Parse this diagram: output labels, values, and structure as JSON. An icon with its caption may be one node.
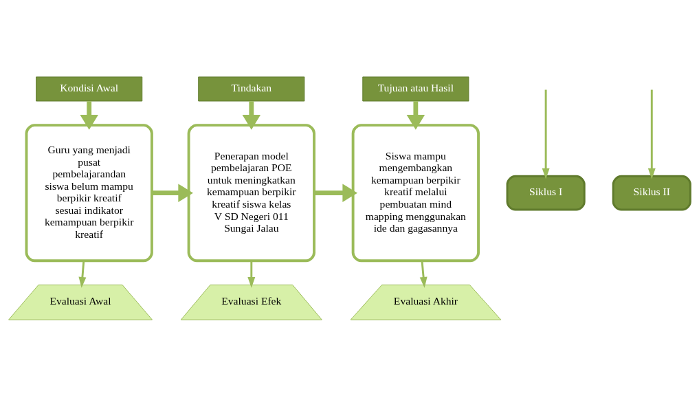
{
  "diagram": {
    "nodes": [
      {
        "text": [
          "Kondisi Awal"
        ]
      },
      {
        "text": [
          "Guru yang menjadi pusat pembelajarandan siswa belum mampu berpikir kreatif sesuai indikator kemampuan berpikir kreatif"
        ]
      },
      {
        "text": [
          "Tindakan"
        ]
      },
      {
        "text": [
          "Penerapan model pembelajaran POE untuk meningkatkan kemampuan berpikir kreatif siswa kelas V SD Negeri 011 Sungai Jalau"
        ]
      },
      {
        "text": [
          "Tujuan atau Hasil"
        ]
      },
      {
        "text": [
          "Siswa mampu mengembangkan kemampuan berpikir kreatif melalui pembuatan mind mapping menggunakan ide dan gagasannya"
        ]
      },
      {
        "text": [
          "Evaluasi Awal"
        ]
      },
      {
        "text": [
          "Siklus I"
        ]
      },
      {
        "text": [
          "Evaluasi Efek"
        ]
      },
      {
        "text": [
          "Siklus II"
        ]
      },
      {
        "text": [
          "Evaluasi Akhir"
        ]
      }
    ],
    "edges": [
      {
        "from": 0,
        "to": 1,
        "arrow": "to",
        "style": "thick"
      },
      {
        "from": 2,
        "to": 3,
        "arrow": "to",
        "style": "thick"
      },
      {
        "from": 4,
        "to": 5,
        "arrow": "to",
        "style": "thick"
      },
      {
        "from": 1,
        "to": 3,
        "arrow": "to",
        "style": "thick"
      },
      {
        "from": 3,
        "to": 5,
        "arrow": "to",
        "style": "thick"
      },
      {
        "from": 1,
        "to": 6,
        "arrow": "to"
      },
      {
        "from": null,
        "to": 7,
        "arrow": "to"
      },
      {
        "from": 3,
        "to": 8,
        "arrow": "to"
      },
      {
        "from": null,
        "to": 9,
        "arrow": "to"
      },
      {
        "from": 5,
        "to": 10,
        "arrow": "to"
      }
    ]
  }
}
